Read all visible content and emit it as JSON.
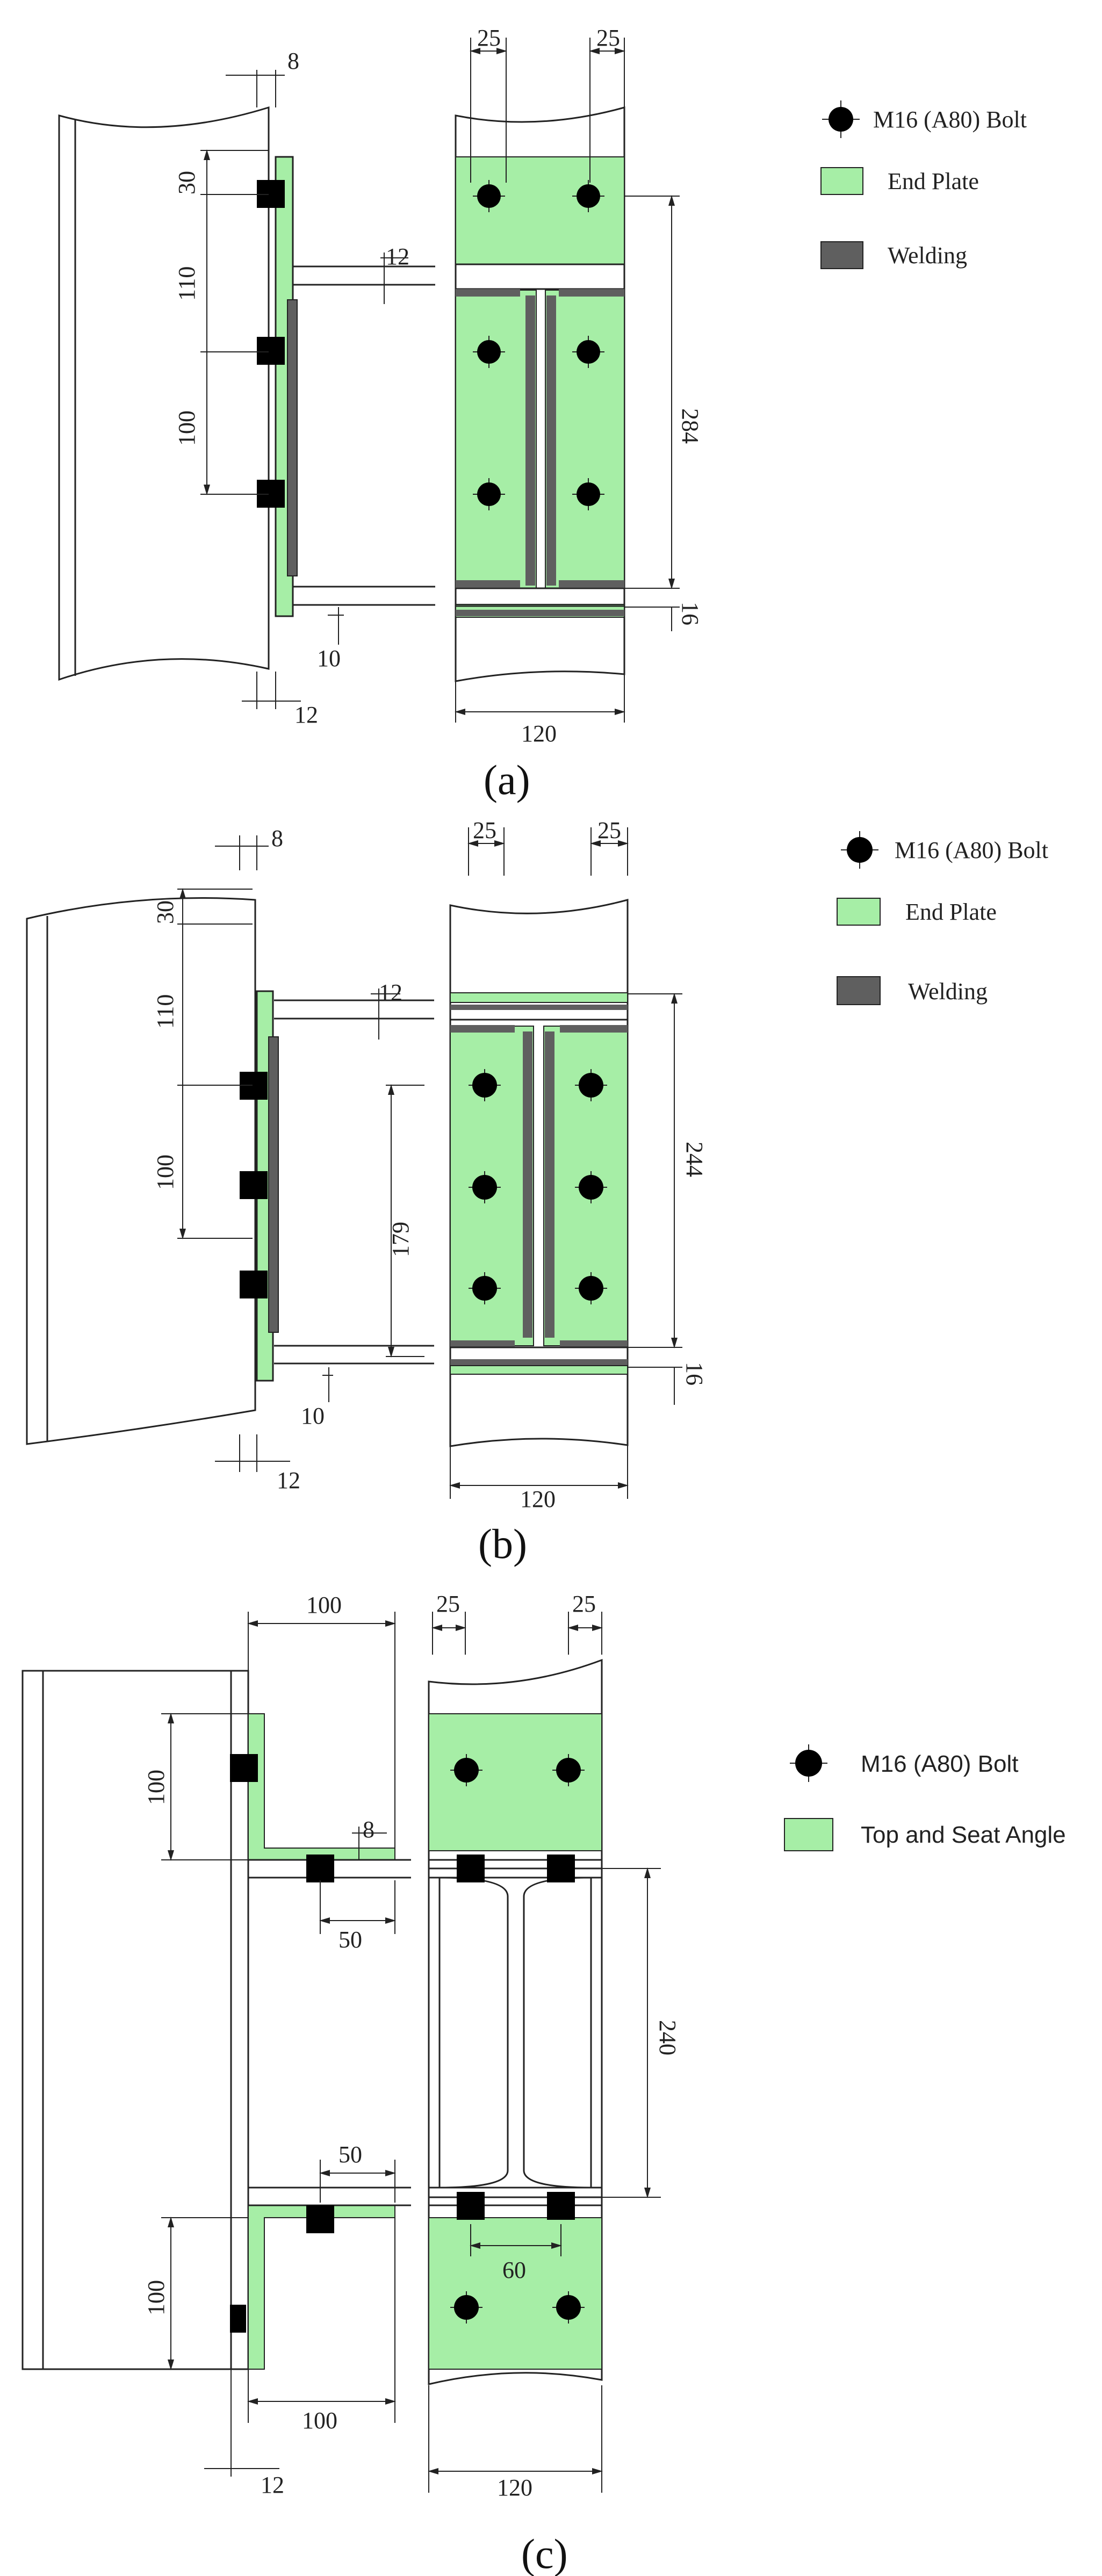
{
  "colors": {
    "plate": "#a6eea6",
    "weld": "#5f5f5f",
    "bolt": "#000000",
    "line": "#222222"
  },
  "panels": [
    {
      "caption": "(a)",
      "legend": {
        "bolt": "M16 (A80) Bolt",
        "plate": "End Plate",
        "weld": "Welding"
      },
      "dims": {
        "plate_thk": "8",
        "row_top": "30",
        "row_mid": "110",
        "row_bot": "100",
        "flange": "12",
        "weld_gap": "10",
        "col_flange": "12",
        "edge_left": "25",
        "edge_right": "25",
        "height": "284",
        "bottom": "16",
        "width": "120"
      }
    },
    {
      "caption": "(b)",
      "legend": {
        "bolt": "M16 (A80) Bolt",
        "plate": "End Plate",
        "weld": "Welding"
      },
      "dims": {
        "plate_thk": "8",
        "row_top": "30",
        "row_mid": "110",
        "row_bot": "100",
        "flange": "12",
        "web": "179",
        "weld_gap": "10",
        "col_flange": "12",
        "edge_left": "25",
        "edge_right": "25",
        "height": "244",
        "bottom": "16",
        "width": "120"
      }
    },
    {
      "caption": "(c)",
      "legend": {
        "bolt": "M16 (A80) Bolt",
        "plate": "Top and Seat Angle"
      },
      "dims": {
        "angle_len_top": "100",
        "edge_left": "25",
        "edge_right": "25",
        "top_leg": "100",
        "angle_thk": "8",
        "gauge_top": "50",
        "height": "240",
        "gauge_bot": "50",
        "spacing": "60",
        "bot_leg": "100",
        "angle_len_bot": "100",
        "col_flange": "12",
        "width": "120"
      }
    }
  ]
}
